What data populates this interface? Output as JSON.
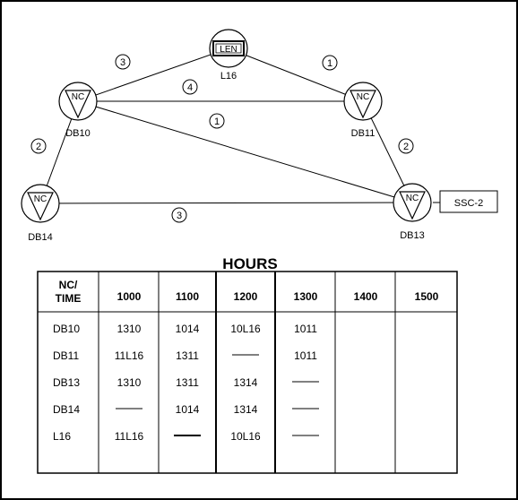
{
  "network": {
    "nodes": [
      {
        "id": "DB10",
        "type_label": "NC",
        "label": "DB10"
      },
      {
        "id": "DB11",
        "type_label": "NC",
        "label": "DB11"
      },
      {
        "id": "DB14",
        "type_label": "NC",
        "label": "DB14"
      },
      {
        "id": "DB13",
        "type_label": "NC",
        "label": "DB13"
      },
      {
        "id": "L16",
        "type_label": "LEN",
        "label": "L16"
      }
    ],
    "links": [
      {
        "from": "DB10",
        "to": "L16",
        "count": "3"
      },
      {
        "from": "L16",
        "to": "DB11",
        "count": "1"
      },
      {
        "from": "DB10",
        "to": "DB11",
        "count": "4"
      },
      {
        "from": "DB10",
        "to": "DB13",
        "count": "1"
      },
      {
        "from": "DB10",
        "to": "DB14",
        "count": "2"
      },
      {
        "from": "DB11",
        "to": "DB13",
        "count": "2"
      },
      {
        "from": "DB14",
        "to": "DB13",
        "count": "3"
      }
    ],
    "external_box": {
      "attached_to": "DB13",
      "label": "SSC-2"
    }
  },
  "schedule": {
    "title": "HOURS",
    "corner_header": [
      "NC/",
      "TIME"
    ],
    "columns": [
      "1000",
      "1100",
      "1200",
      "1300",
      "1400",
      "1500"
    ],
    "rows": [
      {
        "nc": "DB10",
        "cells": [
          "1310",
          "1014",
          "10L16",
          "1011",
          "",
          ""
        ]
      },
      {
        "nc": "DB11",
        "cells": [
          "11L16",
          "1311",
          "—",
          "1011",
          "",
          ""
        ]
      },
      {
        "nc": "DB13",
        "cells": [
          "1310",
          "1311",
          "1314",
          "—",
          "",
          ""
        ]
      },
      {
        "nc": "DB14",
        "cells": [
          "—",
          "1014",
          "1314",
          "—",
          "",
          ""
        ]
      },
      {
        "nc": "L16",
        "cells": [
          "11L16",
          "—",
          "10L16",
          "—",
          "",
          ""
        ]
      }
    ]
  }
}
